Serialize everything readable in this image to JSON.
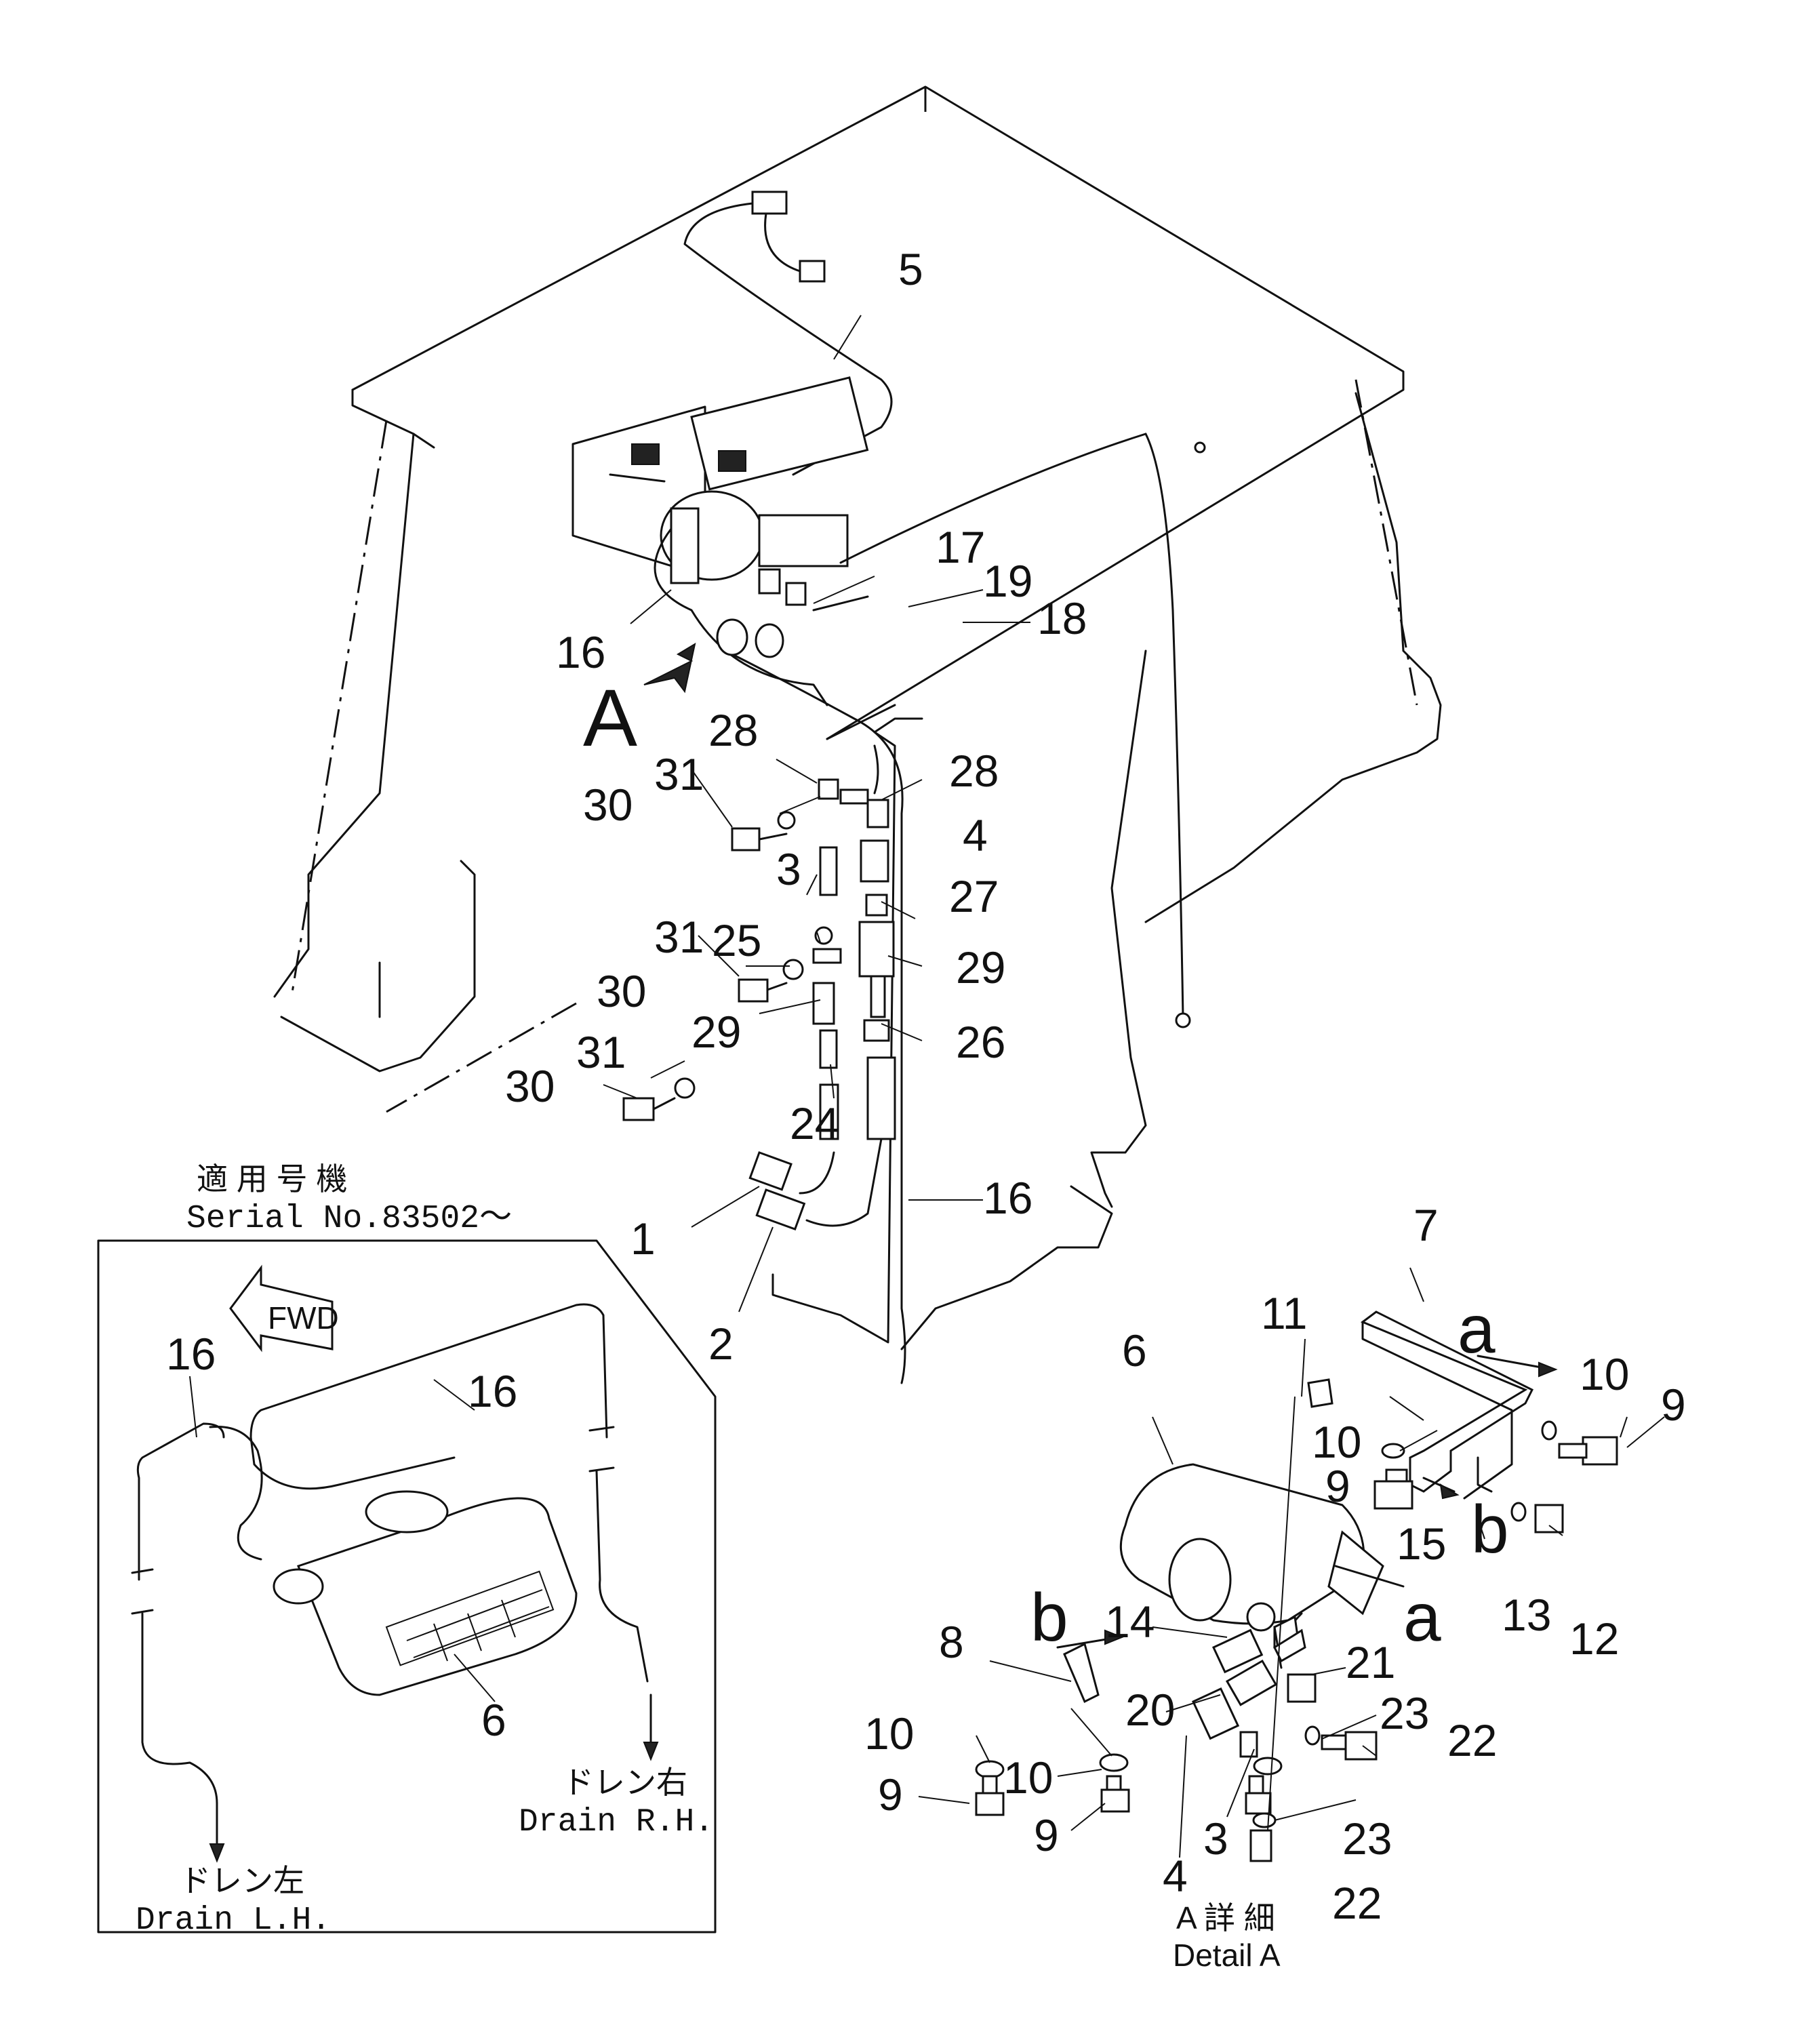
{
  "main_labels": {
    "p1": "1",
    "p2": "2",
    "p3": "3",
    "p4": "4",
    "p5": "5",
    "p16a": "16",
    "p16b": "16",
    "p17": "17",
    "p18": "18",
    "p19": "19",
    "p24": "24",
    "p25": "25",
    "p26": "26",
    "p27": "27",
    "p28a": "28",
    "p28b": "28",
    "p29a": "29",
    "p29b": "29",
    "p30a": "30",
    "p30b": "30",
    "p30c": "30",
    "p31a": "31",
    "p31b": "31",
    "p31c": "31",
    "view_A": "A"
  },
  "inset": {
    "jp_heading": "適 用 号 機",
    "serial": "Serial No.83502～",
    "fwd": "FWD",
    "p16a": "16",
    "p16b": "16",
    "p6": "6",
    "drain_lh_jp": "ドレン左",
    "drain_lh": "Drain L.H.",
    "drain_rh_jp": "ドレン右",
    "drain_rh": "Drain R.H."
  },
  "detail": {
    "p3": "3",
    "p4": "4",
    "p6": "6",
    "p7": "7",
    "p8": "8",
    "p9a": "9",
    "p9b": "9",
    "p9c": "9",
    "p9d": "9",
    "p10a": "10",
    "p10b": "10",
    "p10c": "10",
    "p10d": "10",
    "p11": "11",
    "p12": "12",
    "p13": "13",
    "p14": "14",
    "p15": "15",
    "p20": "20",
    "p21": "21",
    "p22a": "22",
    "p22b": "22",
    "p23a": "23",
    "p23b": "23",
    "sec_a1": "a",
    "sec_a2": "a",
    "sec_b1": "b",
    "sec_b2": "b",
    "jp_title": "A 詳 細",
    "title": "Detail A"
  },
  "colors": {
    "ink": "#111111",
    "paper": "#ffffff"
  }
}
